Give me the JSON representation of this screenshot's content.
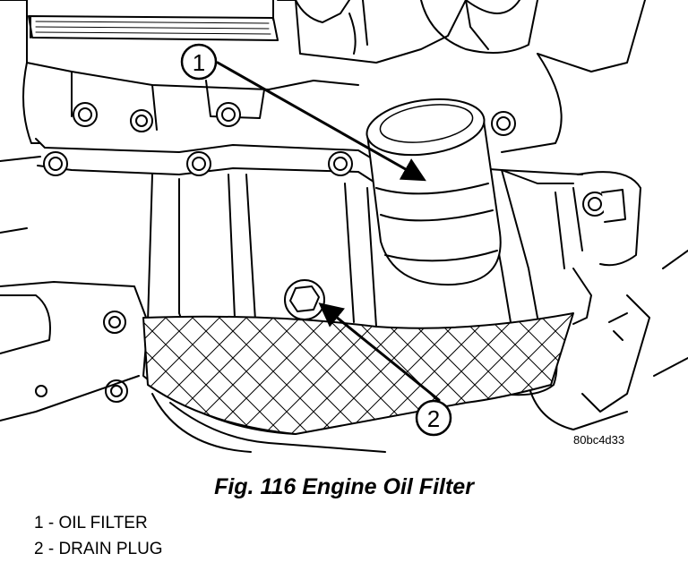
{
  "figure": {
    "drawing_code": "80bc4d33",
    "callouts": [
      {
        "number": "1",
        "target": "oil-filter"
      },
      {
        "number": "2",
        "target": "drain-plug"
      }
    ]
  },
  "caption": "Fig. 116 Engine Oil Filter",
  "legend": [
    {
      "text": "1 - OIL FILTER"
    },
    {
      "text": "2 - DRAIN PLUG"
    }
  ]
}
